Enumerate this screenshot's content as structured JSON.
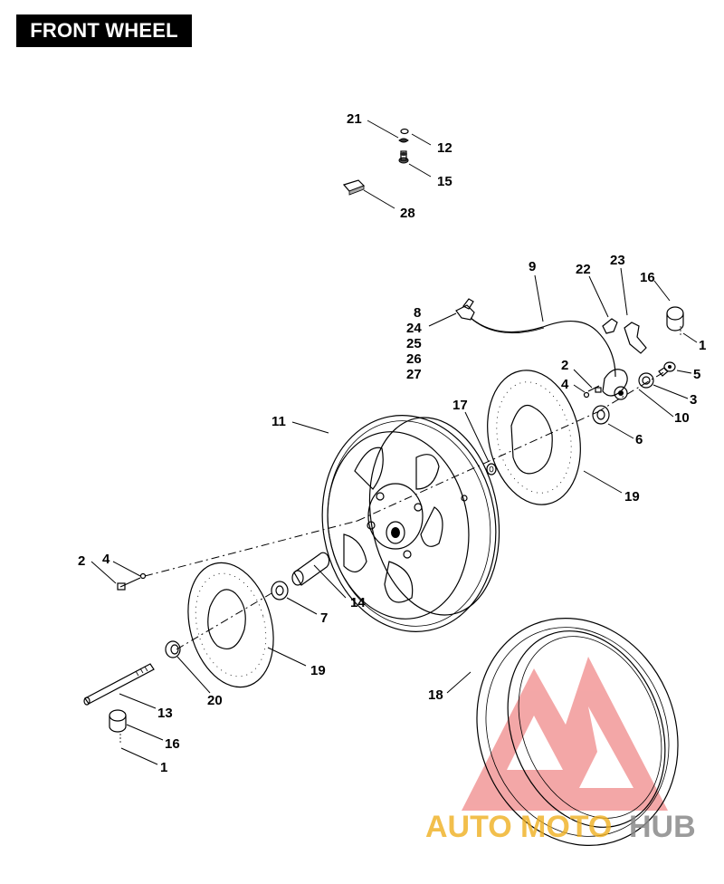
{
  "page": {
    "title": "FRONT WHEEL"
  },
  "callouts": {
    "c21": "21",
    "c12": "12",
    "c15": "15",
    "c28": "28",
    "c9": "9",
    "c22": "22",
    "c23": "23",
    "c16a": "16",
    "c1a": "1",
    "c8": "8",
    "c24": "24",
    "c25": "25",
    "c26": "26",
    "c27": "27",
    "c2a": "2",
    "c4a": "4",
    "c5": "5",
    "c3": "3",
    "c10": "10",
    "c11": "11",
    "c17": "17",
    "c6": "6",
    "c19a": "19",
    "c2b": "2",
    "c4b": "4",
    "c14": "14",
    "c7": "7",
    "c19b": "19",
    "c20": "20",
    "c18": "18",
    "c13": "13",
    "c16b": "16",
    "c1b": "1"
  },
  "watermark": {
    "part1": "AUTO",
    "part2": "MOTO",
    "part3": "HUB"
  },
  "colors": {
    "watermark_red": "#e04848",
    "watermark_orange": "#f0b020",
    "watermark_gray": "#8a8a8a",
    "title_bg": "#000000"
  }
}
